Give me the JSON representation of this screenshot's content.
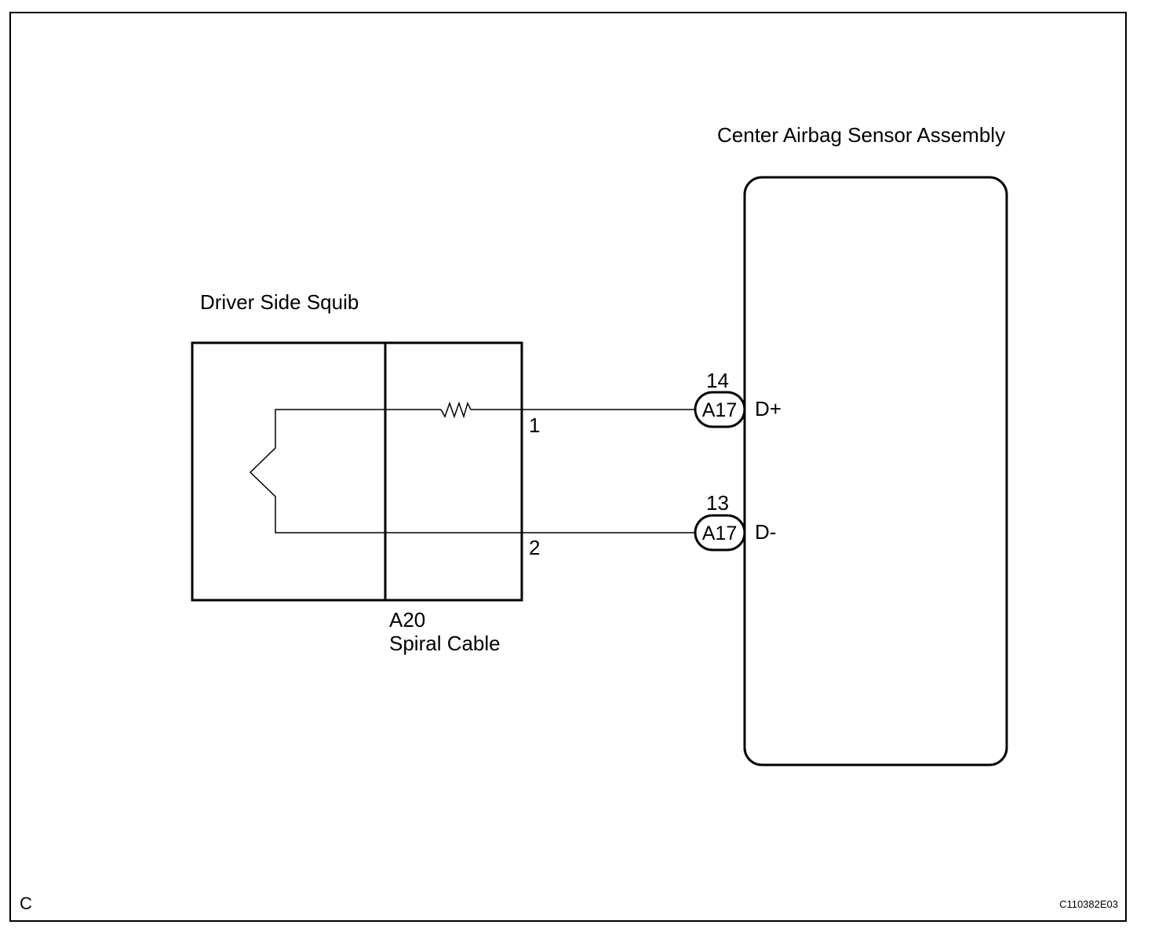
{
  "squib": {
    "title": "Driver Side Squib"
  },
  "spiral_cable": {
    "connector": "A20",
    "name": "Spiral Cable",
    "pin_1": "1",
    "pin_2": "2"
  },
  "sensor": {
    "title": "Center Airbag Sensor Assembly",
    "terminals": [
      {
        "pin": "14",
        "connector": "A17",
        "signal": "D+"
      },
      {
        "pin": "13",
        "connector": "A17",
        "signal": "D-"
      }
    ]
  },
  "footer": {
    "corner_letter": "C",
    "figure_code": "C110382E03"
  }
}
